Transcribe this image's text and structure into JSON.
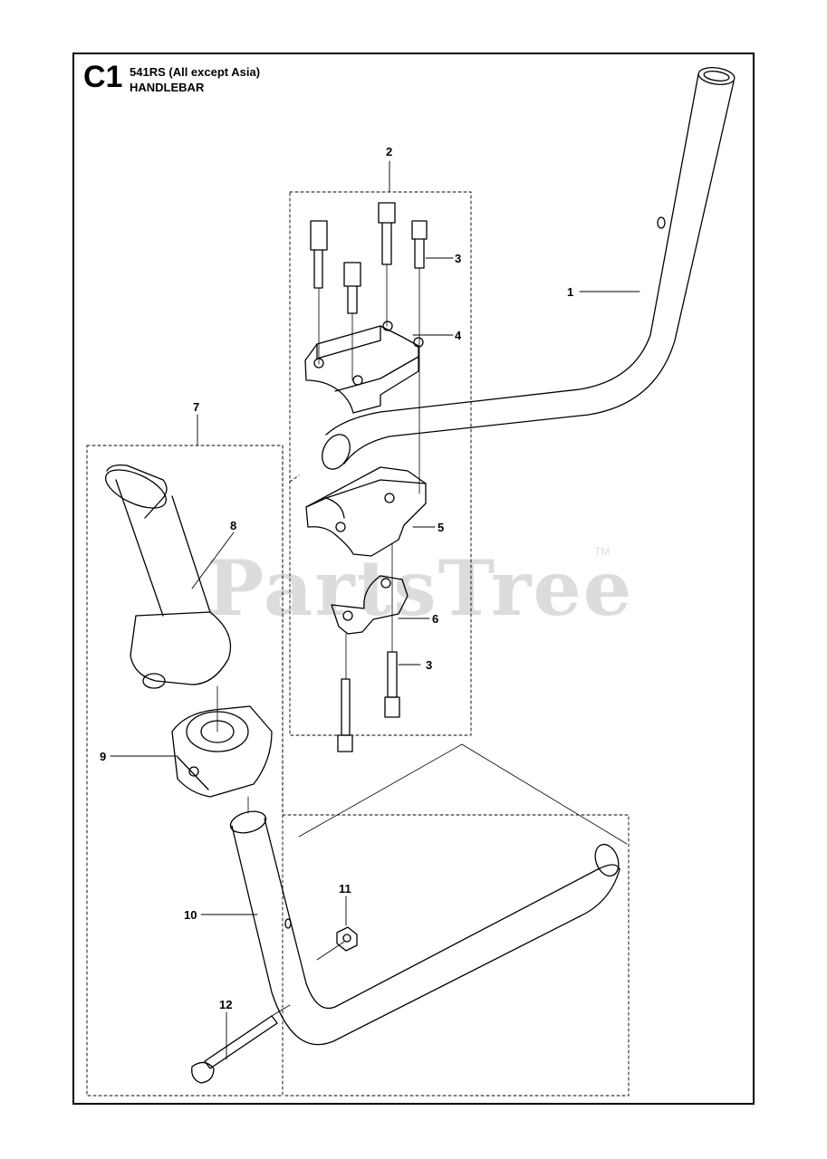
{
  "header": {
    "section_code": "C1",
    "model": "541RS (All except Asia)",
    "section_name": "HANDLEBAR"
  },
  "watermark": {
    "text": "PartsTree",
    "trademark": "TM"
  },
  "callouts": [
    "1",
    "2",
    "3",
    "4",
    "3",
    "5",
    "6",
    "7",
    "8",
    "9",
    "10",
    "11",
    "12"
  ]
}
